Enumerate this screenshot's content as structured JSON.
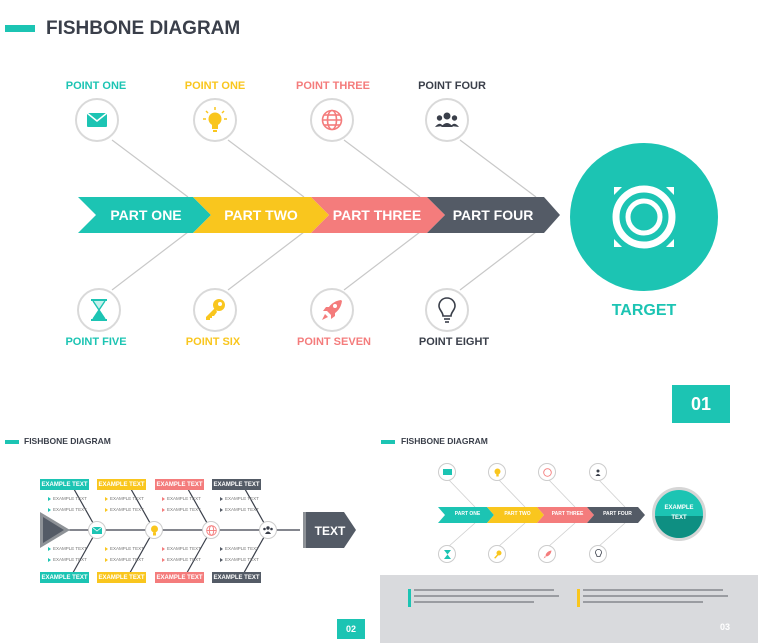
{
  "main": {
    "title": "FISHBONE DIAGRAM",
    "top_points": [
      {
        "label": "POINT ONE",
        "color": "#1cc4b3",
        "icon": "envelope-icon"
      },
      {
        "label": "POINT ONE",
        "color": "#f9c61e",
        "icon": "lightbulb-icon"
      },
      {
        "label": "POINT THREE",
        "color": "#f47c7c",
        "icon": "globe-icon"
      },
      {
        "label": "POINT FOUR",
        "color": "#3a3f4a",
        "icon": "people-icon"
      }
    ],
    "bottom_points": [
      {
        "label": "POINT FIVE",
        "color": "#1cc4b3",
        "icon": "hourglass-icon"
      },
      {
        "label": "POINT SIX",
        "color": "#f9c61e",
        "icon": "key-icon"
      },
      {
        "label": "POINT SEVEN",
        "color": "#f47c7c",
        "icon": "rocket-icon"
      },
      {
        "label": "POINT EIGHT",
        "color": "#3a3f4a",
        "icon": "bulb-outline-icon"
      }
    ],
    "parts": [
      {
        "label": "PART ONE",
        "color": "#1cc4b3"
      },
      {
        "label": "PART TWO",
        "color": "#f9c61e"
      },
      {
        "label": "PART THREE",
        "color": "#f47c7c"
      },
      {
        "label": "PART FOUR",
        "color": "#545b66"
      }
    ],
    "target_label": "TARGET",
    "target_icon": "lifebuoy-icon",
    "page_number": "01"
  },
  "thumb2": {
    "title": "FISHBONE DIAGRAM",
    "top_boxes": [
      "EXAMPLE TEXT",
      "EXAMPLE TEXT",
      "EXAMPLE TEXT",
      "EXAMPLE TEXT"
    ],
    "bottom_boxes": [
      "EXAMPLE TEXT",
      "EXAMPLE TEXT",
      "EXAMPLE TEXT",
      "EXAMPLE TEXT"
    ],
    "bullet": "EXAMPLE TEXT",
    "head_text": "TEXT",
    "page_number": "02"
  },
  "thumb3": {
    "title": "FISHBONE DIAGRAM",
    "parts": [
      "PART ONE",
      "PART TWO",
      "PART THREE",
      "PART FOUR"
    ],
    "target_text_1": "EXAMPLE",
    "target_text_2": "TEXT",
    "page_number": "03"
  },
  "colors": {
    "teal": "#1cc4b3",
    "yellow": "#f9c61e",
    "coral": "#f47c7c",
    "dark": "#545b66"
  }
}
